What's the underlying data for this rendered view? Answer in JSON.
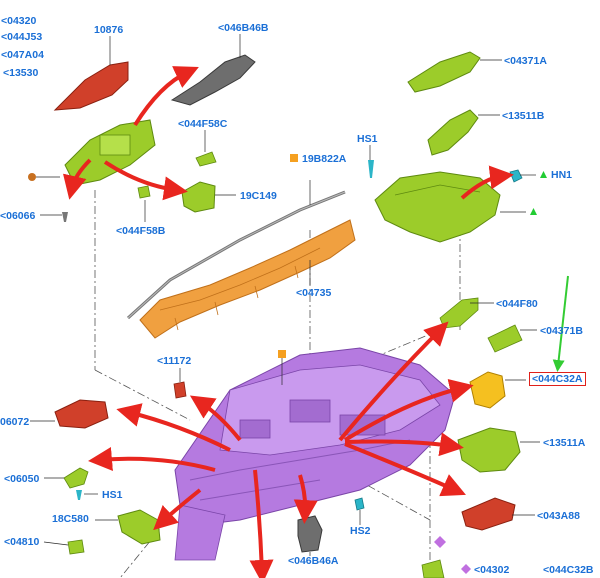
{
  "colors": {
    "label_text": "#1a6fd6",
    "leader_line": "#2a2a2a",
    "callout_arrow": "#e8261f",
    "highlight_box": "#e0201a",
    "highlight_arrow": "#33cc33",
    "part_purple": "#b57ae0",
    "part_green": "#9ccc2a",
    "part_orange": "#f0a040",
    "part_red": "#d0402a",
    "part_gray": "#6e6e6e",
    "part_yellow": "#f5c020"
  },
  "callouts": {
    "c_04320": "<04320",
    "c_044J53": "<044J53",
    "c_047A04": "<047A04",
    "c_13530": "<13530",
    "c_10876": "10876",
    "c_046B46B": "<046B46B",
    "c_044F58C": "<044F58C",
    "c_19B822A": "19B822A",
    "c_HS1_top": "HS1",
    "c_04371A": "<04371A",
    "c_13511B": "<13511B",
    "c_HN1": "HN1",
    "c_06066": "<06066",
    "c_044F58B": "<044F58B",
    "c_19C149": "19C149",
    "c_04735": "<04735",
    "c_044F80": "<044F80",
    "c_04371B": "<04371B",
    "c_11172": "<11172",
    "c_044C32A": "<044C32A",
    "c_06072": "06072",
    "c_13511A": "<13511A",
    "c_06050": "<06050",
    "c_HS1_low": "HS1",
    "c_18C580": "18C580",
    "c_043A88": "<043A88",
    "c_04810": "<04810",
    "c_HS2": "HS2",
    "c_046B46A": "<046B46A",
    "c_04302": "<04302",
    "c_044C32B": "<044C32B"
  }
}
